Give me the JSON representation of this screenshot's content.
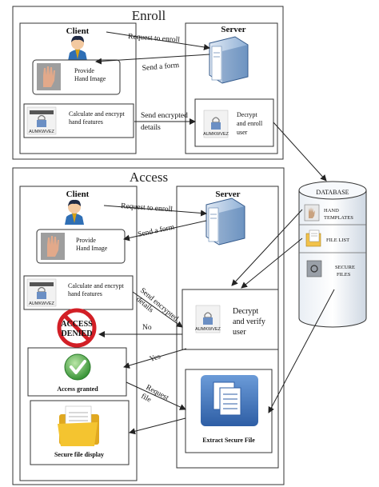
{
  "enroll": {
    "title": "Enroll",
    "client_label": "Client",
    "server_label": "Server",
    "provide_hand_line1": "Provide",
    "provide_hand_line2": "Hand Image",
    "calc_line1": "Calculate and encrypt",
    "calc_line2": "hand features",
    "decrypt_line1": "Decrypt",
    "decrypt_line2": "and enroll",
    "decrypt_line3": "user",
    "arrow_request": "Request to enroll",
    "arrow_form": "Send a form",
    "arrow_encrypted_line1": "Send encrypted",
    "arrow_encrypted_line2": "details"
  },
  "access": {
    "title": "Access",
    "client_label": "Client",
    "server_label": "Server",
    "provide_hand_line1": "Provide",
    "provide_hand_line2": "Hand Image",
    "calc_line1": "Calculate and encrypt",
    "calc_line2": "hand features",
    "decrypt_line1": "Decrypt",
    "decrypt_line2": "and verify",
    "decrypt_line3": "user",
    "arrow_request": "Request to enroll",
    "arrow_form": "Send a form",
    "arrow_encrypted_line1": "Send encrypted",
    "arrow_encrypted_line2": "details",
    "arrow_no": "No",
    "arrow_yes": "Yes",
    "arrow_request_file_line1": "Request",
    "arrow_request_file_line2": "file",
    "denied_line1": "ACCESS",
    "denied_line2": "DENIED",
    "granted": "Access granted",
    "secure_display": "Secure file display",
    "extract": "Extract Secure File"
  },
  "database": {
    "title": "DATABASE",
    "hand_templates_line1": "HAND",
    "hand_templates_line2": "TEMPLATES",
    "file_list": "FILE LIST",
    "secure_files_line1": "SECURE",
    "secure_files_line2": "FILES"
  },
  "icons": {
    "decrypt_thumbnail_label": "AUMKWVEZ",
    "calc_thumbnail_label": "AUMKWVEZ"
  },
  "colors": {
    "client_icon_hair": "#1f2a44",
    "client_icon_shirt": "#2f6fb5",
    "client_icon_tie": "#d4a017",
    "server_icon": "#3a6fb0",
    "denied_red": "#d21f26",
    "granted_green": "#3aa63a",
    "folder_yellow": "#f4c430",
    "extract_blue": "#3b6fb6"
  }
}
